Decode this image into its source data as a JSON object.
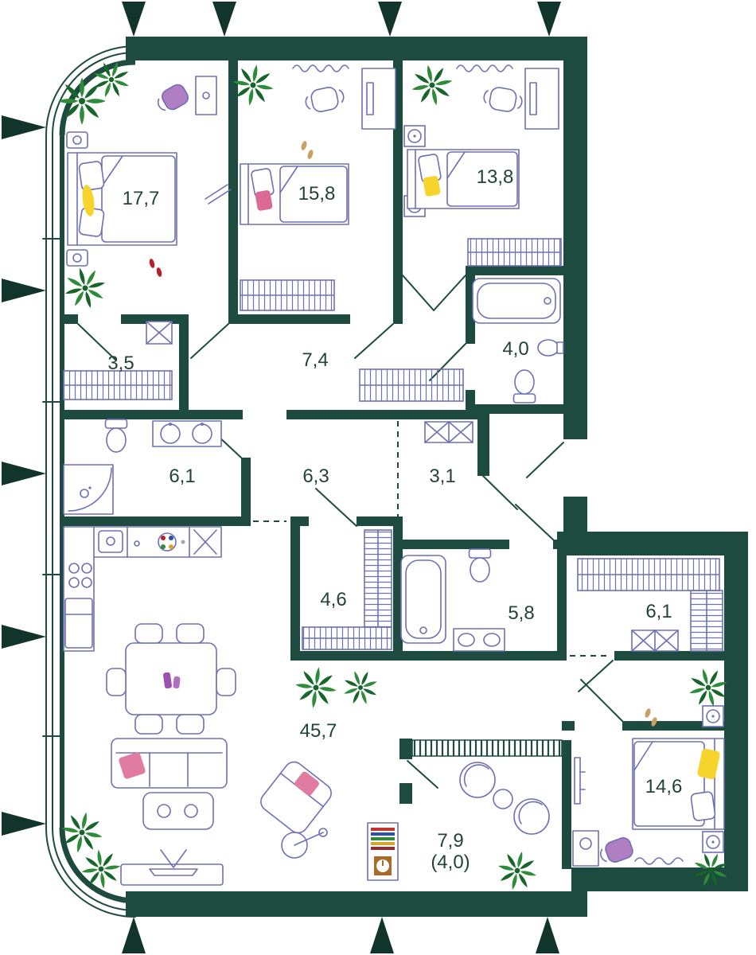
{
  "plan": {
    "type": "apartment-floor-plan",
    "rooms": [
      {
        "name": "bedroom-1",
        "area": "17,7"
      },
      {
        "name": "bedroom-2",
        "area": "15,8"
      },
      {
        "name": "bedroom-3",
        "area": "13,8"
      },
      {
        "name": "walk-in-closet",
        "area": "3,5"
      },
      {
        "name": "hallway-1",
        "area": "7,4"
      },
      {
        "name": "bathroom-1",
        "area": "4,0"
      },
      {
        "name": "bathroom-2",
        "area": "6,1"
      },
      {
        "name": "hallway-2",
        "area": "6,3"
      },
      {
        "name": "closet-1",
        "area": "3,1"
      },
      {
        "name": "wardrobe-room",
        "area": "4,6"
      },
      {
        "name": "bathroom-3",
        "area": "5,8"
      },
      {
        "name": "closet-2",
        "area": "6,1"
      },
      {
        "name": "living-kitchen",
        "area": "45,7"
      },
      {
        "name": "bedroom-4",
        "area": "14,6"
      },
      {
        "name": "balcony",
        "area": "7,9",
        "area_secondary": "(4,0)"
      }
    ],
    "colors": {
      "wall": "#1d4b3f",
      "furniture_line": "#6e70b5",
      "plant_light": "#2e8b3a",
      "plant_dark": "#17652a",
      "accent_yellow": "#f6d42c",
      "accent_pink": "#e07ba2",
      "accent_magenta": "#d96a96",
      "accent_red": "#b3202e",
      "accent_purple": "#b07ec2",
      "accent_wood": "#a96a2c",
      "accent_beige": "#c9a063",
      "label_text": "#22423a"
    }
  }
}
